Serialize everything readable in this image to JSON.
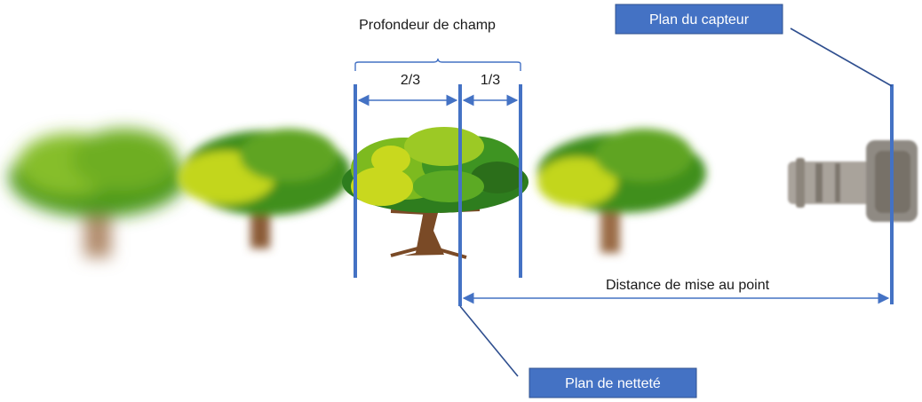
{
  "title": "Profondeur de champ",
  "front_fraction": "2/3",
  "back_fraction": "1/3",
  "focus_distance": "Distance de mise au point",
  "sensor_plane": "Plan du capteur",
  "focus_plane": "Plan de netteté",
  "colors": {
    "accent": "#4472C4",
    "box": "#4472C4",
    "leader": "#2F4F8F",
    "tree_light": "#C9D81E",
    "tree_mid": "#7DBA1F",
    "tree_dark": "#2E7D1E",
    "trunk": "#7A4A26"
  }
}
